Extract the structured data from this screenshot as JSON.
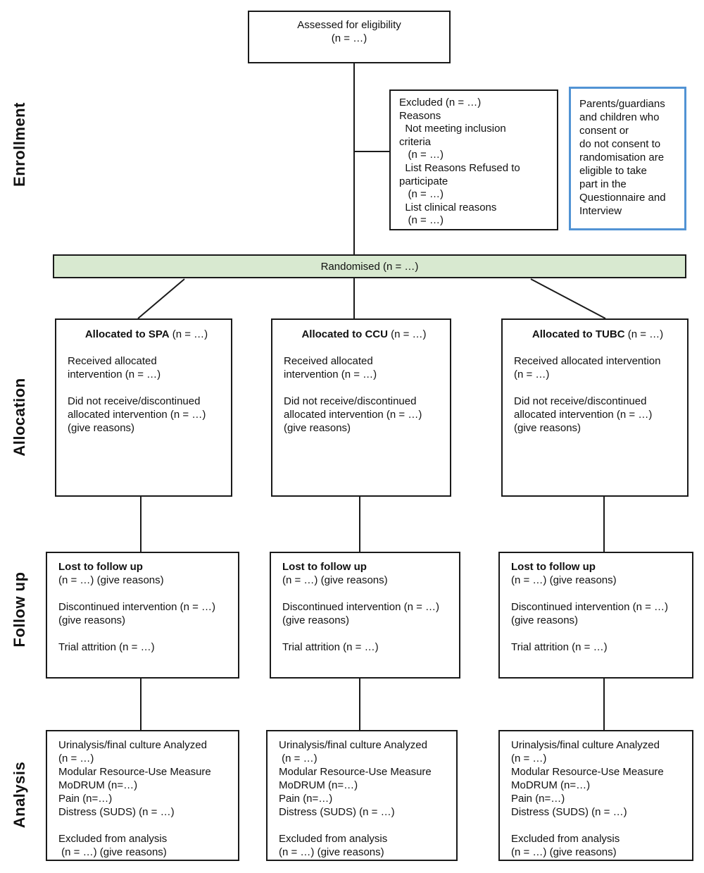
{
  "diagram": {
    "section_labels": [
      {
        "label": "Enrollment"
      },
      {
        "label": "Allocation"
      },
      {
        "label": "Follow up"
      },
      {
        "label": "Analysis"
      }
    ],
    "assessed": {
      "text": "Assessed for eligibility\n(n = …)"
    },
    "excluded": {
      "text": "Excluded (n = …)\nReasons\n  Not meeting inclusion\ncriteria\n   (n = …)\n  List Reasons Refused to\nparticipate\n   (n = …)\n  List clinical reasons\n   (n = …)"
    },
    "consent_note": {
      "text": "Parents/guardians\nand children who\nconsent or\ndo not consent to\nrandomisation are\neligible to take\npart in the\nQuestionnaire and\nInterview"
    },
    "randomised": {
      "label": "Randomised (n = …)"
    },
    "allocation_boxes": [
      {
        "title": "Allocated to SPA",
        "title_suffix": " (n = …)",
        "body": "Received allocated\nintervention (n = …)\n\nDid not receive/discontinued\nallocated intervention (n = …)\n(give reasons)"
      },
      {
        "title": "Allocated to CCU",
        "title_suffix": " (n = …)",
        "body": "Received allocated\nintervention (n = …)\n\nDid not receive/discontinued\nallocated intervention (n = …)\n(give reasons)"
      },
      {
        "title": "Allocated to TUBC",
        "title_suffix": " (n = …)",
        "body": "Received allocated intervention\n(n = …)\n\nDid not receive/discontinued\nallocated intervention (n = …)\n(give reasons)"
      }
    ],
    "followup_boxes": [
      {
        "title": "Lost to follow up",
        "body": "(n = …) (give reasons)\n\nDiscontinued intervention (n = …)\n(give reasons)\n\nTrial attrition (n = …)"
      },
      {
        "title": "Lost to follow up",
        "body": "(n = …) (give reasons)\n\nDiscontinued intervention (n = …)\n(give reasons)\n\nTrial attrition (n = …)"
      },
      {
        "title": "Lost to follow up",
        "body": "(n = …) (give reasons)\n\nDiscontinued intervention (n = …)\n(give reasons)\n\nTrial attrition (n = …)"
      }
    ],
    "analysis_boxes": [
      {
        "body": "Urinalysis/final culture Analyzed\n(n = …)\nModular Resource-Use Measure\nMoDRUM (n=…)\nPain (n=…)\nDistress (SUDS) (n = …)\n\nExcluded from analysis\n (n = …) (give reasons)"
      },
      {
        "body": "Urinalysis/final culture Analyzed\n (n = …)\nModular Resource-Use Measure\nMoDRUM (n=…)\nPain (n=…)\nDistress (SUDS) (n = …)\n\nExcluded from analysis\n(n = …) (give reasons)"
      },
      {
        "body": "Urinalysis/final culture Analyzed\n(n = …)\nModular Resource-Use Measure\nMoDRUM (n=…)\nPain (n=…)\nDistress (SUDS) (n = …)\n\nExcluded from analysis\n(n = …) (give reasons)"
      }
    ],
    "colors": {
      "randomised_bg": "#d8e9d0",
      "consent_border": "#5193d4",
      "line": "#1a1a1a"
    }
  }
}
